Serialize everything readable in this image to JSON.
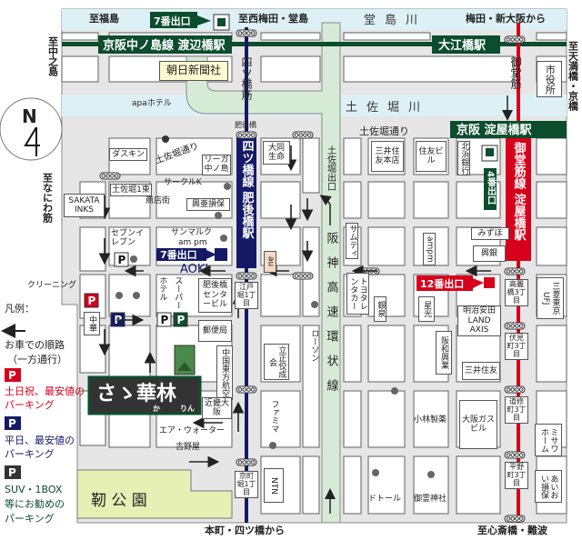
{
  "colors": {
    "keihan_green": "#0b4d2c",
    "yotsubashi_navy": "#141a66",
    "midosuji_red": "#d6001c",
    "expressway": "#d6ebd6",
    "river": "#dcf0f6",
    "park": "#e6f0b4",
    "road": "#e6e6e6"
  },
  "directions": {
    "fukushima": "至福島",
    "nishiumeda": "至西梅田・堂島",
    "umeda": "梅田・新大阪から",
    "nakanoshima": "至中之島",
    "tenmabashi": "至天満橋・京橋",
    "naniwasuji": "至なにわ筋",
    "honmachi": "本町・四ツ橋から",
    "shinsaibashi": "至心斎橋・難波"
  },
  "compass": {
    "letter": "N"
  },
  "rivers": {
    "dojima": "堂島川",
    "tosabori": "土佐堀川"
  },
  "roads": {
    "yotsubashisuji": "四ツ橋筋",
    "midosuji": "御堂筋",
    "tosabori_dori": "土佐堀通り",
    "tosabori_dori_diag": "土佐堀通り",
    "higobashi_bridge": "肥後橋"
  },
  "stations": {
    "watanabebashi": "京阪中ノ島線 渡辺橋駅",
    "oebashi": "大江橋駅",
    "yodoyabashi_keihan": "京阪 淀屋橋駅",
    "higobashi": "四ツ橋線 肥後橋駅",
    "yodoyabashi_midosuji": "御堂筋線 淀屋橋駅"
  },
  "exits": {
    "watanabebashi_7": "7番出口",
    "higobashi_7": "7番出口",
    "yodoyabashi_4": "4番出口",
    "yodoyabashi_12": "12番出口"
  },
  "expressway": {
    "name": "阪神高速環状線",
    "exit": "土佐堀出口"
  },
  "landmarks": {
    "asahi": "朝日新聞社",
    "shiyakusho": "市役所",
    "apa": "apaホテル",
    "duskin": "ダスキン",
    "rihga": "リーガ中ノ島",
    "daido": "大同生命",
    "smbc_honten": "三井住友本店",
    "sumitomo_bldg": "住友ビル",
    "kitahama": "北浜銀行",
    "sakata": "SAKATA INKS",
    "tosabori1": "土佐堀1東",
    "circlek": "サークルK",
    "shotengai": "商店街",
    "koa": "興亜損保",
    "seven": "セブンイレブン",
    "stmarc": "サンマルク",
    "ampm1": "am pm",
    "aoki": "AOKI",
    "au": "au",
    "cleaning": "クリーニング",
    "hotel": "ホテル",
    "super": "スーパー",
    "higobashi_center": "肥後橋センタービル",
    "post": "郵便局",
    "edobori": "江戸堀1丁目",
    "chuka": "中華",
    "china_eastern": "中国東方航空",
    "kinki_osaka": "近畿大阪",
    "risshou": "立正佼成会",
    "famima": "ファミマ",
    "airwater": "エア・ウォーター",
    "yoshinoya": "吉野屋",
    "kyomachibori": "京町堀1丁目",
    "ntn": "NTN",
    "utsubo": "靭 公 園",
    "lawson": "ローソン",
    "samty": "サムティ",
    "toyota": "トヨタレンタカー",
    "ginsen": "銀泉",
    "ampm2": "ampm",
    "mizuho": "みずほ",
    "kogin": "興銀",
    "seiko": "星光",
    "meiji": "明治安田 LAND AXIS",
    "koraibashi": "高麗橋3丁目",
    "ufj": "三菱東京UFJ",
    "hanwa": "阪和興業",
    "fushimi": "伏見町3丁目",
    "smbc": "三井住友",
    "kobayashi": "小林製薬",
    "osakagas": "大阪ガスビル",
    "doshomachi": "道修町3丁目",
    "misawa": "ミサワホーム",
    "doutor": "ドトール",
    "goryo": "御霊神社",
    "hiranomachi": "平野町3丁目",
    "aioi": "あいおい損保"
  },
  "destination": {
    "name": "さゝ華林",
    "ruby1": "か",
    "ruby2": "りん"
  },
  "legend": {
    "title": "凡例：",
    "oneway": "お車での順路",
    "oneway2": "（一方通行）",
    "p_symbol": "P",
    "red_p_1": "土日祝、最安値の",
    "red_p_2": "パーキング",
    "blue_p_1": "平日、最安値の",
    "blue_p_2": "パーキング",
    "green_p_1": "SUV・1BOX",
    "green_p_2": "等にお勧めの",
    "green_p_3": "パーキング"
  }
}
